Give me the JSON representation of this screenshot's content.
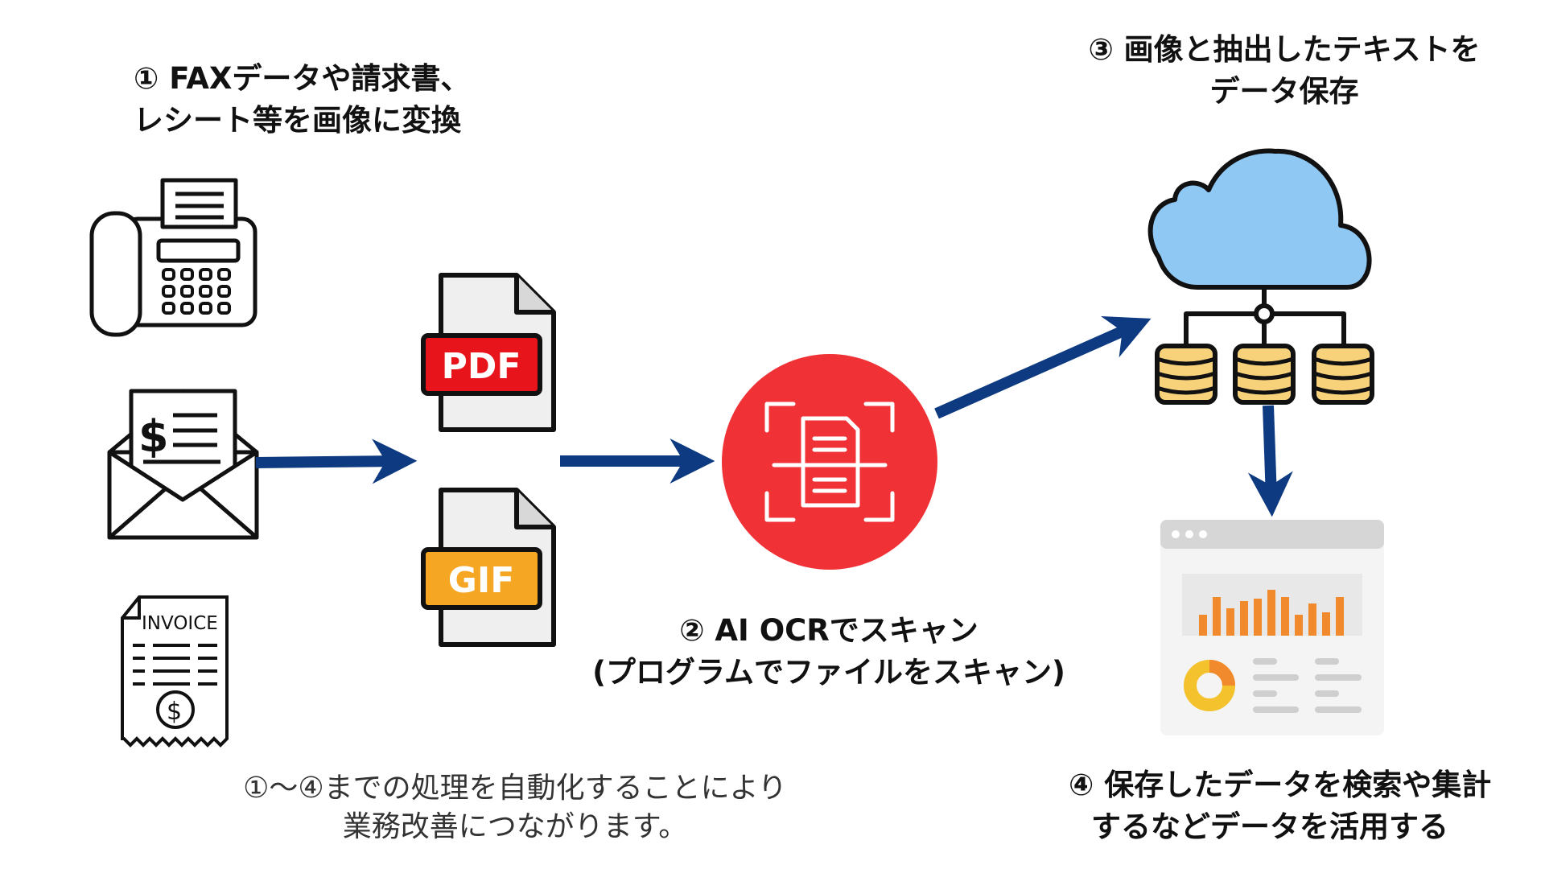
{
  "steps": {
    "step1": {
      "line1": "① FAXデータや請求書、",
      "line2": "レシート等を画像に変換"
    },
    "step2": {
      "line1": "② AI OCRでスキャン",
      "line2": "(プログラムでファイルをスキャン)"
    },
    "step3": {
      "line1": "③ 画像と抽出したテキストを",
      "line2": "データ保存"
    },
    "step4": {
      "line1": "④ 保存したデータを検索や集計",
      "line2": "するなどデータを活用する"
    }
  },
  "note": {
    "line1": "①〜④までの処理を自動化することにより",
    "line2": "業務改善につながります。"
  },
  "file_badges": {
    "pdf": "PDF",
    "gif": "GIF"
  },
  "invoice_label": "INVOICE",
  "icons": {
    "fax": "fax-machine-icon",
    "envelope": "envelope-bill-icon",
    "invoice": "invoice-receipt-icon",
    "pdf": "pdf-file-icon",
    "gif": "gif-file-icon",
    "ocr": "ocr-scan-icon",
    "cloud": "cloud-database-icon",
    "dashboard": "dashboard-chart-icon"
  },
  "colors": {
    "arrow": "#0d3a80",
    "ocr_circle": "#f03237",
    "pdf_badge": "#e8141b",
    "gif_badge": "#f5a623",
    "cloud": "#90c8f4",
    "database": "#f7d27a",
    "chart_bars": "#f08a2c"
  }
}
